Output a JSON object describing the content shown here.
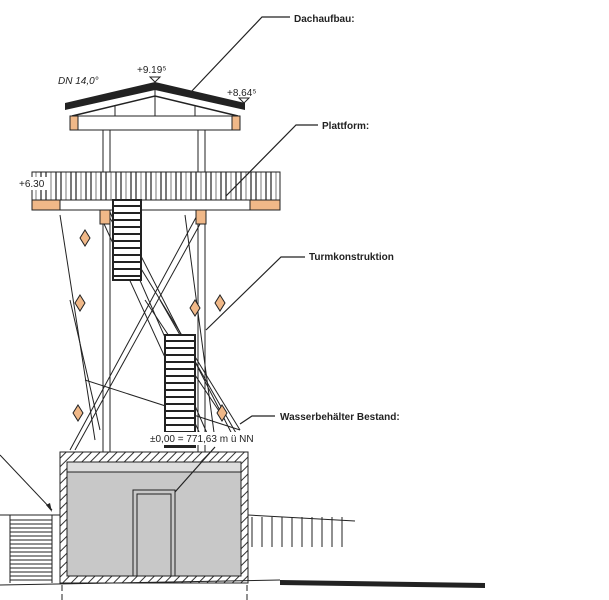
{
  "drawing": {
    "labels": {
      "roof": "Dachaufbau:",
      "platform": "Plattform:",
      "tower": "Turmkonstruktion",
      "tank": "Wasserbehälter Bestand:"
    },
    "levels": {
      "ridge": "+9.19⁵",
      "eave": "+8.64⁵",
      "platform": "+6.30",
      "zero": "±0,00 = 771,63 m ü NN"
    },
    "roof_pitch": "DN 14,0°",
    "colors": {
      "timber": "#f0b888",
      "concrete": "#c8c8c8",
      "line": "#222222"
    }
  }
}
